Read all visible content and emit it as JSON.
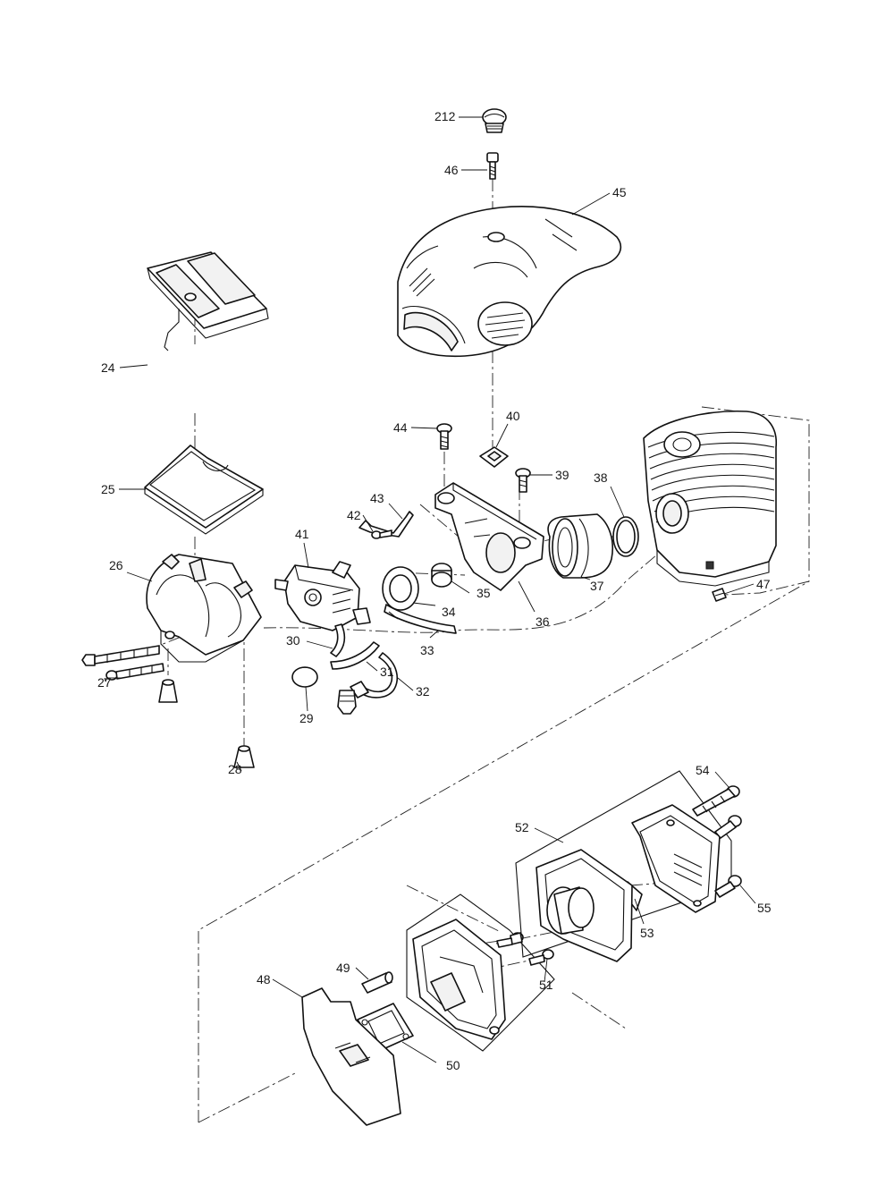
{
  "labels": {
    "p212": "212",
    "p46": "46",
    "p45": "45",
    "p24": "24",
    "p44": "44",
    "p40": "40",
    "p39": "39",
    "p38": "38",
    "p25": "25",
    "p43": "43",
    "p42": "42",
    "p41": "41",
    "p26": "26",
    "p35": "35",
    "p37": "37",
    "p47": "47",
    "p34": "34",
    "p36": "36",
    "p30": "30",
    "p33": "33",
    "p31": "31",
    "p27": "27",
    "p32": "32",
    "p29": "29",
    "p28": "28",
    "p54": "54",
    "p52": "52",
    "p55": "55",
    "p53": "53",
    "p49": "49",
    "p51": "51",
    "p48": "48",
    "p50": "50"
  }
}
